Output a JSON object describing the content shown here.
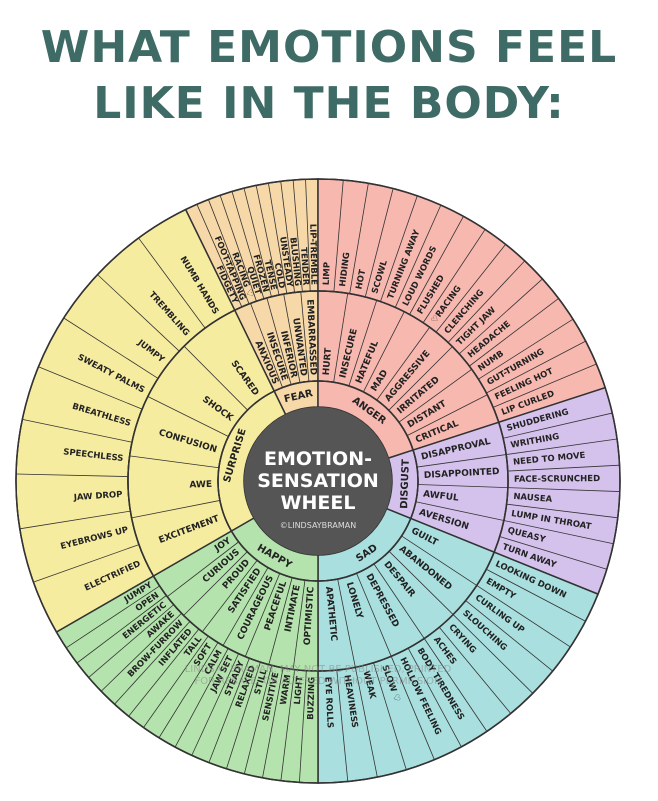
{
  "title": {
    "line1": "WHAT EMOTIONS FEEL",
    "line2": "LIKE IN THE BODY:"
  },
  "center": {
    "line1": "EMOTION-",
    "line2": "SENSATION",
    "line3": "WHEEL",
    "signature": "©LINDSAYBRAMAN"
  },
  "watermark": {
    "line1": "LINDSAY BRAMAN. MAY NOT BE PUBLISHED, PRINTED",
    "line2": "FOR RESALE, OR ALTERED WITHOUT PERMISSION"
  },
  "colors": {
    "title": "#3f6b66",
    "outline": "#333333",
    "center": "#555555",
    "fear": "#f7d8a8",
    "anger": "#f7b8b0",
    "disgust": "#d4c2ec",
    "sad": "#a9e0df",
    "happy": "#b5e3ad",
    "surprise": "#f6eca0"
  },
  "emotions": [
    {
      "core": "FEAR",
      "color_key": "fear",
      "secondary": [
        "ANXIOUS",
        "INSECURE",
        "INFERIOR",
        "UNWANTED",
        "EMBARRASSED"
      ],
      "sensations": [
        "FIDGETY",
        "FOOT-TAPPING",
        "RACING ♡",
        "QUIET",
        "FROZEN",
        "TENSE",
        "COLD",
        "UNSTEADY",
        "BLUSHING",
        "TENDER",
        "LIP-TREMBLE"
      ]
    },
    {
      "core": "ANGER",
      "color_key": "anger",
      "secondary": [
        "HURT",
        "INSECURE",
        "HATEFUL",
        "MAD",
        "AGGRESSIVE",
        "IRRITATED",
        "DISTANT",
        "CRITICAL"
      ],
      "sensations": [
        "LIMP",
        "HIDING",
        "HOT",
        "SCOWL",
        "TURNING AWAY",
        "LOUD WORDS",
        "FLUSHED",
        "♡RACING",
        "CLENCHING",
        "TIGHT JAW",
        "HEADACHE",
        "NUMB",
        "GUT-TURNING",
        "FEELING HOT",
        "LIP CURLED"
      ]
    },
    {
      "core": "DISGUST",
      "color_key": "disgust",
      "secondary": [
        "DISAPPROVAL",
        "DISAPPOINTED",
        "AWFUL",
        "AVERSION"
      ],
      "sensations": [
        "SHUDDERING",
        "WRITHING",
        "NEED TO MOVE",
        "FACE-SCRUNCHED",
        "NAUSEA",
        "LUMP IN THROAT",
        "QUEASY",
        "TURN AWAY"
      ]
    },
    {
      "core": "SAD",
      "color_key": "sad",
      "secondary": [
        "GUILT",
        "ABANDONED",
        "DESPAIR",
        "DEPRESSED",
        "LONELY",
        "APATHETIC"
      ],
      "sensations": [
        "LOOKING DOWN",
        "EMPTY",
        "CURLING UP",
        "SLOUCHING",
        "CRYING",
        "ACHES",
        "BODY TIREDNESS",
        "HOLLOW FEELING",
        "SLOW ♡",
        "WEAK",
        "HEAVINESS",
        "EYE ROLLS"
      ]
    },
    {
      "core": "HAPPY",
      "color_key": "happy",
      "secondary": [
        "OPTIMISTIC",
        "INTIMATE",
        "PEACEFUL",
        "COURAGEOUS",
        "SATISFIED",
        "PROUD",
        "CURIOUS",
        "JOY"
      ],
      "sensations": [
        "BUZZING",
        "LIGHT",
        "WARM",
        "SENSITIVE",
        "STILL",
        "RELAXED",
        "STEADY",
        "JAW SET",
        "CALM",
        "SOFT",
        "TALL",
        "INFLATED",
        "BROW-FURROW",
        "AWAKE",
        "ENERGETIC",
        "OPEN",
        "JUMPY"
      ]
    },
    {
      "core": "SURPRISE",
      "color_key": "surprise",
      "secondary": [
        "EXCITEMENT",
        "AWE",
        "CONFUSION",
        "SHOCK",
        "SCARED"
      ],
      "sensations": [
        "ELECTRIFIED",
        "EYEBROWS UP",
        "JAW DROP",
        "SPEECHLESS",
        "BREATHLESS",
        "SWEATY PALMS",
        "JUMPY",
        "TREMBLING",
        "NUMB HANDS"
      ]
    }
  ]
}
